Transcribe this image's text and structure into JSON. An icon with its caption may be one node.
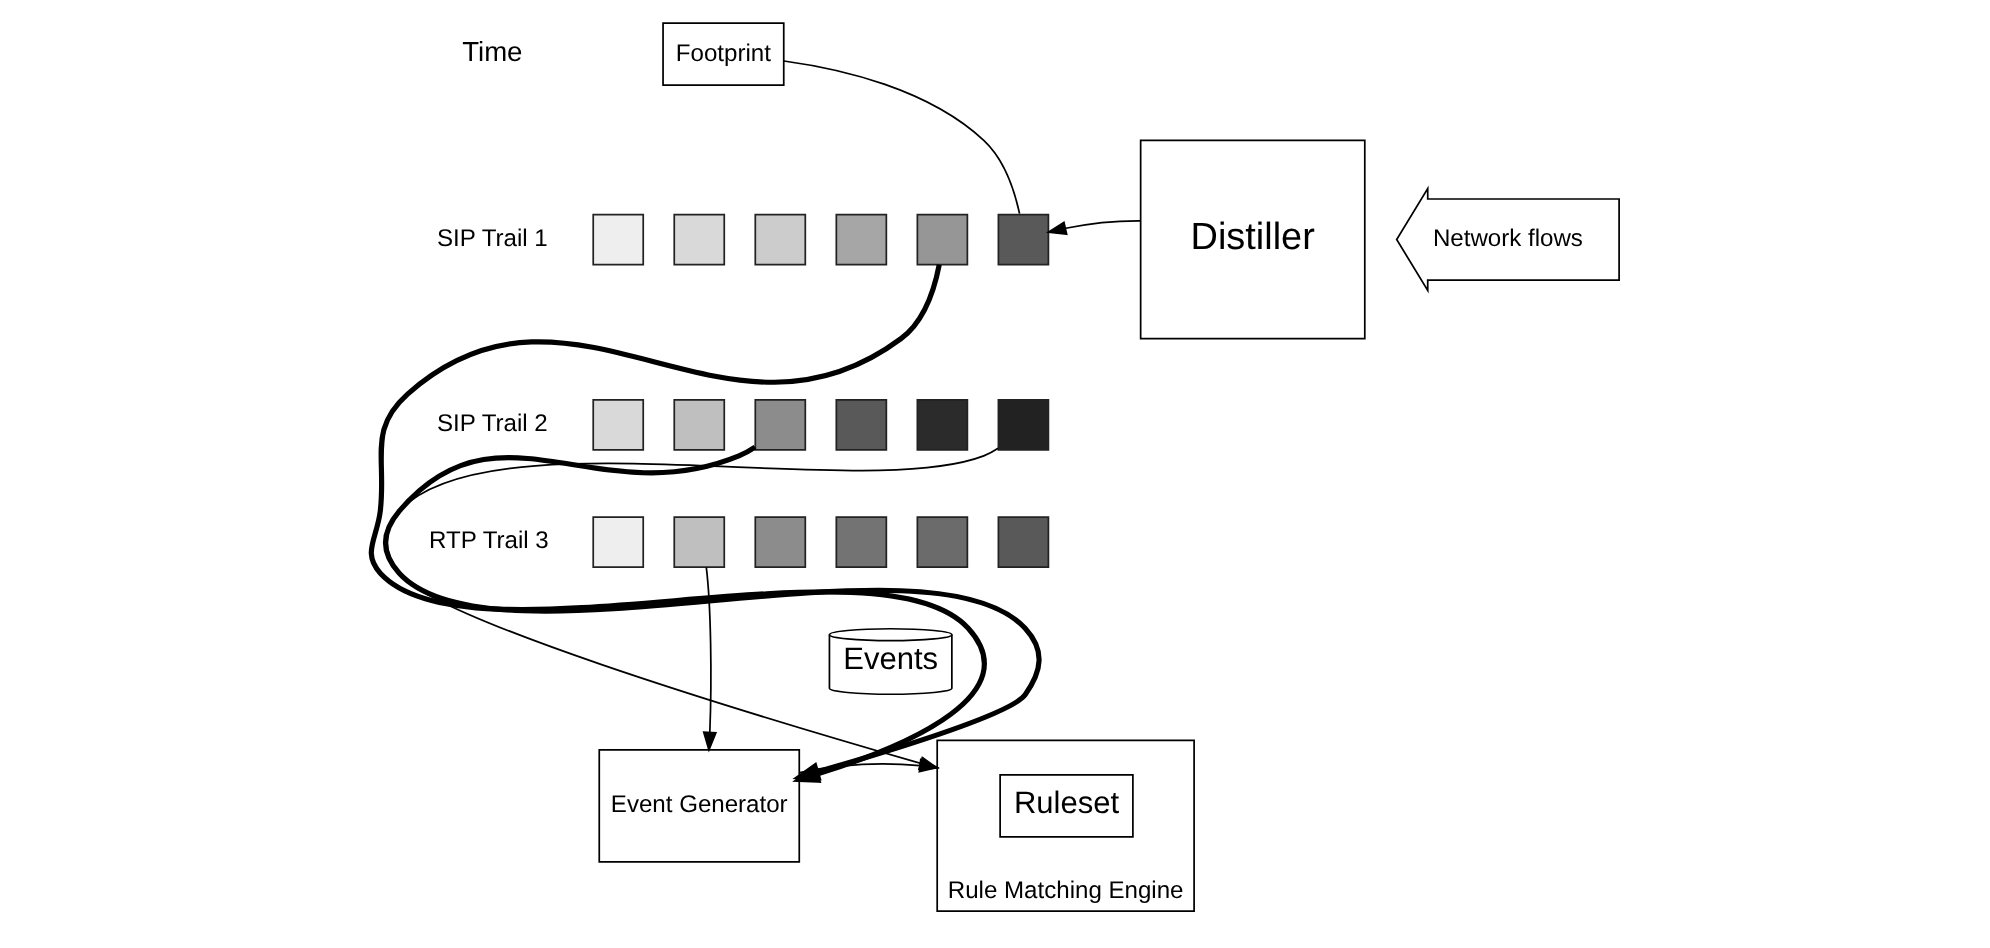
{
  "diagram": {
    "nodes": [
      {
        "text": [
          "Footprint"
        ]
      },
      {
        "text": [],
        "shape": "box"
      },
      {
        "text": [],
        "shape": "box"
      },
      {
        "text": [],
        "shape": "box"
      },
      {
        "text": [],
        "shape": "box"
      },
      {
        "text": [],
        "shape": "box"
      },
      {
        "text": [],
        "shape": "box"
      },
      {
        "text": [],
        "shape": "box"
      },
      {
        "text": [],
        "shape": "box"
      },
      {
        "text": [],
        "shape": "box"
      },
      {
        "text": [],
        "shape": "box"
      },
      {
        "text": [],
        "shape": "box"
      },
      {
        "text": [],
        "shape": "box"
      },
      {
        "text": [],
        "shape": "box"
      },
      {
        "text": [],
        "shape": "box"
      },
      {
        "text": [],
        "shape": "box"
      },
      {
        "text": [],
        "shape": "box"
      },
      {
        "text": [],
        "shape": "box"
      },
      {
        "text": [],
        "shape": "box"
      },
      {
        "text": [
          "Distiller"
        ]
      },
      {
        "text": [
          "Network flows"
        ]
      },
      {
        "text": [
          "Event Generator"
        ]
      },
      {
        "text": [
          "Events"
        ]
      },
      {
        "text": [
          "Rule Matching Engine"
        ]
      },
      {
        "text": [
          "Ruleset"
        ],
        "in": 23
      }
    ],
    "edges": [
      {
        "from": 0,
        "to": 6,
        "arrow": "none"
      },
      {
        "from": 19,
        "to": 6,
        "arrow": "to"
      },
      {
        "from": 12,
        "to": 23,
        "arrow": "to"
      },
      {
        "from": 5,
        "to": 21,
        "arrow": "to",
        "style": "thick"
      },
      {
        "from": 9,
        "to": 21,
        "arrow": "to",
        "style": "thick"
      },
      {
        "from": 14,
        "to": 21,
        "arrow": "to"
      },
      {
        "from": 21,
        "to": 23,
        "arrow": "to"
      }
    ],
    "labels": [
      "Time",
      "SIP Trail 1",
      "SIP Trail 2",
      "RTP Trail 3"
    ]
  }
}
